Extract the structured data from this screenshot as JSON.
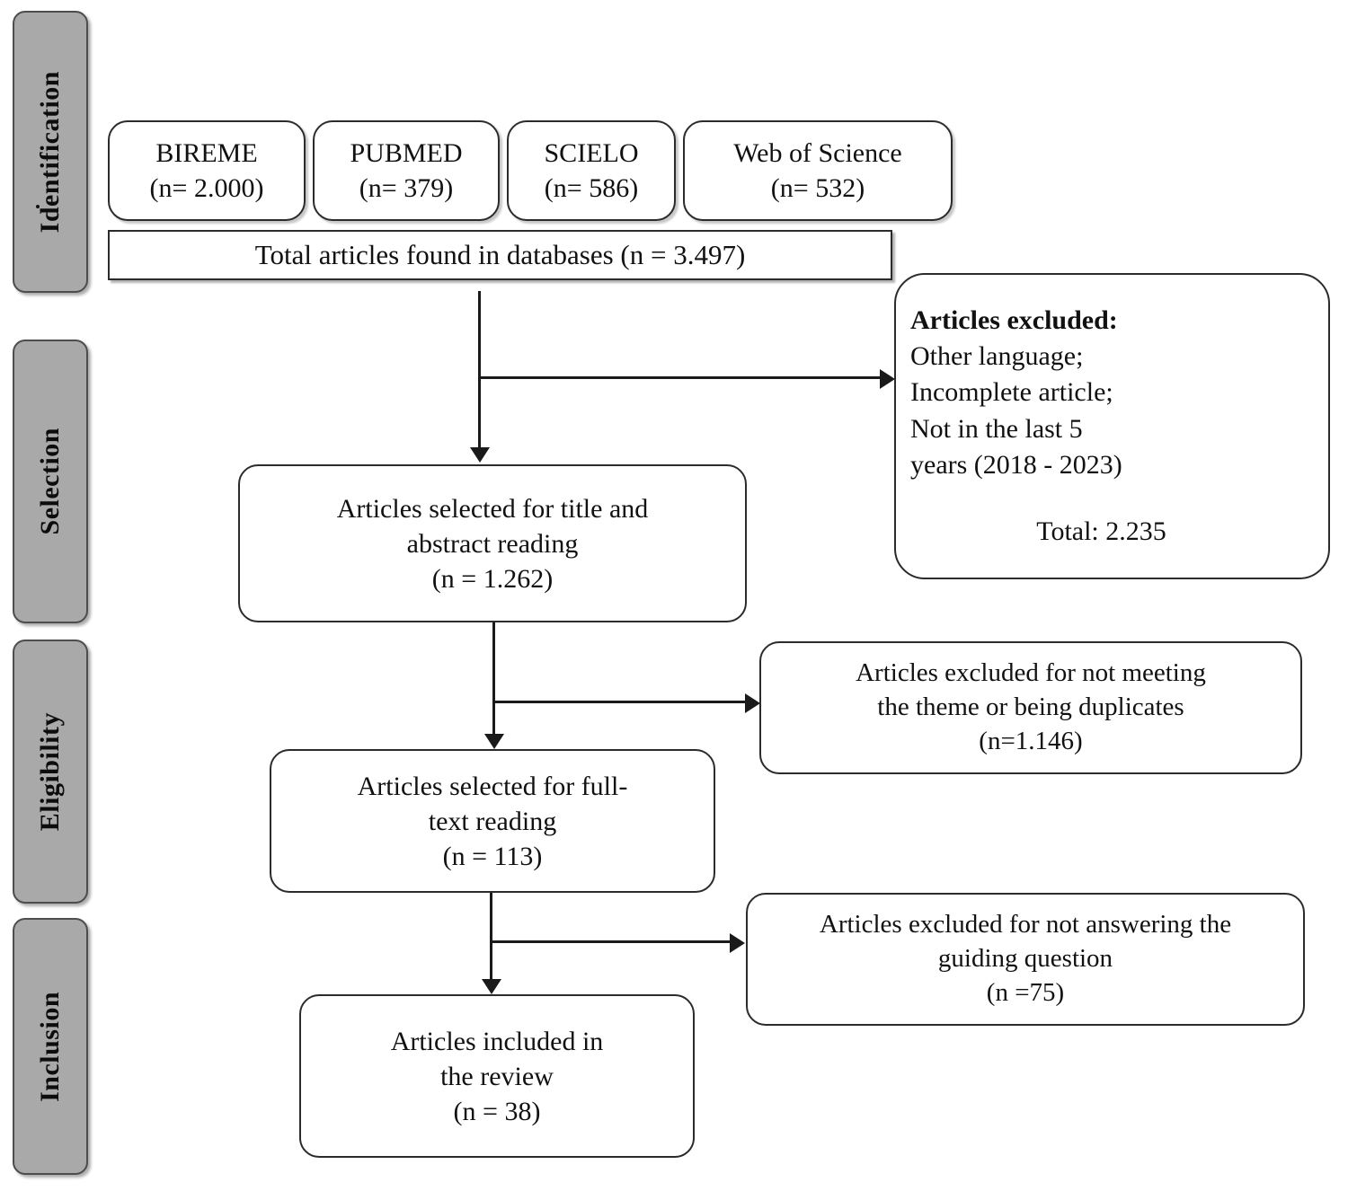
{
  "diagram": {
    "type": "prisma-flow-diagram",
    "phases": [
      {
        "id": "identification",
        "label": "Identification"
      },
      {
        "id": "selection",
        "label": "Selection"
      },
      {
        "id": "eligibility",
        "label": "Eligibility"
      },
      {
        "id": "inclusion",
        "label": "Inclusion"
      }
    ],
    "databases": [
      {
        "name": "BIREME",
        "count": "(n= 2.000)"
      },
      {
        "name": "PUBMED",
        "count": "(n= 379)"
      },
      {
        "name": "SCIELO",
        "count": "(n= 586)"
      },
      {
        "name": "Web of Science",
        "count": "(n= 532)"
      }
    ],
    "total_found": "Total articles found in databases (n = 3.497)",
    "nodes": {
      "title_abstract": {
        "line1": "Articles selected for title and",
        "line2": "abstract reading",
        "line3": "(n = 1.262)"
      },
      "full_text": {
        "line1": "Articles selected for full-",
        "line2": "text reading",
        "line3": "(n = 113)"
      },
      "included": {
        "line1": "Articles included in",
        "line2": "the review",
        "line3": "(n = 38)"
      }
    },
    "exclusions": {
      "first": {
        "header": "Articles excluded:",
        "reasons": [
          "Other language;",
          "Incomplete article;",
          "Not in the last 5",
          "years (2018 - 2023)"
        ],
        "total": "Total: 2.235"
      },
      "second": {
        "line1": "Articles excluded for not meeting",
        "line2": "the theme or being duplicates",
        "line3": "(n=1.146)"
      },
      "third": {
        "line1": "Articles excluded for not answering the",
        "line2": "guiding question",
        "line3": "(n =75)"
      }
    },
    "colors": {
      "phase_bar_fill": "#a9a9a9",
      "phase_bar_border": "#4d4d4d",
      "node_border": "#2b2b2b",
      "connector": "#1a1a1a",
      "background": "#ffffff"
    }
  }
}
